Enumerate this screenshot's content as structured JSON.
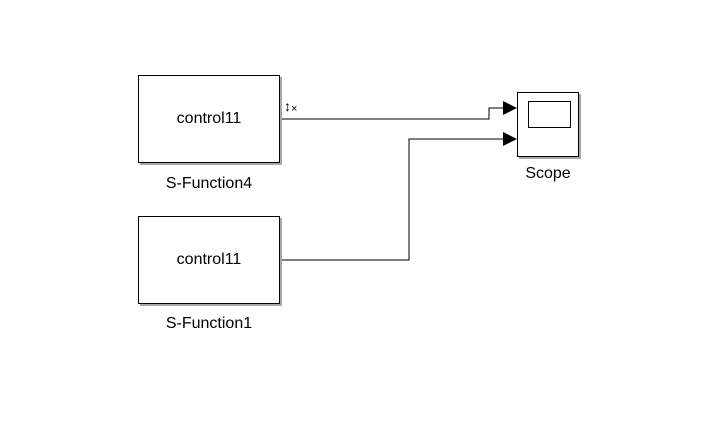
{
  "diagram": {
    "blocks": [
      {
        "id": "sfn4",
        "label": "control11",
        "name": "S-Function4"
      },
      {
        "id": "sfn1",
        "label": "control11",
        "name": "S-Function1"
      }
    ],
    "scope": {
      "name": "Scope"
    },
    "signal_marker": {
      "arrow": "↕",
      "cross": "×"
    }
  }
}
